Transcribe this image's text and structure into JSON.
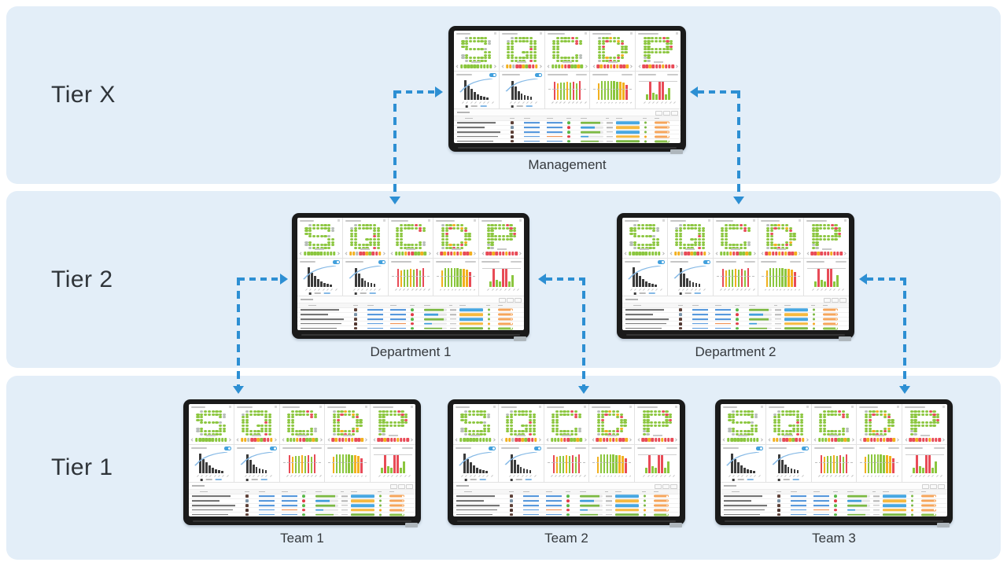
{
  "palette": {
    "band": "#e3eef8",
    "arrow": "#2d8fd3",
    "bezel": "#1a1a1a",
    "green": "#8bc63e",
    "red": "#e84b57",
    "yellow": "#f2b01e",
    "gray": "#b7bdb9",
    "blue": "#42a0dd",
    "darkbar": "#3b3b3b",
    "line_blue": "#85b9e6",
    "date_blue": "#4a90d9",
    "date_orange": "#f0823c",
    "ok": "#57b847",
    "fail": "#e23b46",
    "track": "#e6e6e6",
    "btn_blue": "#47a7e2",
    "btn_yellow": "#f6b93f",
    "btn_green": "#7cb943",
    "dot_green": "#7cb943",
    "dot_orange": "#f5a623",
    "pill_orange": "#f5a55b",
    "pill_green": "#8bc34a"
  },
  "tiers": [
    {
      "label": "Tier X"
    },
    {
      "label": "Tier 2"
    },
    {
      "label": "Tier 1"
    }
  ],
  "nodes": [
    {
      "label": "Management"
    },
    {
      "label": "Department 1"
    },
    {
      "label": "Department 2"
    },
    {
      "label": "Team 1"
    },
    {
      "label": "Team 2"
    },
    {
      "label": "Team 3"
    }
  ],
  "connections": [
    {
      "between": [
        "Department 1",
        "Management"
      ]
    },
    {
      "between": [
        "Department 2",
        "Management"
      ]
    },
    {
      "between": [
        "Team 1",
        "Department 1"
      ]
    },
    {
      "between": [
        "Team 2",
        "Department 1"
      ]
    },
    {
      "between": [
        "Team 3",
        "Department 2"
      ]
    }
  ],
  "dashboard": {
    "board_letters": [
      "S",
      "Q",
      "C",
      "D",
      "P"
    ],
    "letters": [
      {
        "char": "S",
        "defects": [
          [
            0,
            1,
            "gray"
          ],
          [
            1,
            7,
            "gray"
          ],
          [
            2,
            7,
            "gray"
          ],
          [
            4,
            6,
            "gray"
          ],
          [
            6,
            0,
            "gray"
          ],
          [
            7,
            0,
            "gray"
          ],
          [
            8,
            1,
            "gray"
          ]
        ],
        "strip": [
          "green",
          "green",
          "green",
          "green",
          "green",
          "green",
          "green",
          "green",
          "green",
          "green"
        ]
      },
      {
        "char": "Q",
        "defects": [
          [
            0,
            1,
            "gray"
          ],
          [
            1,
            0,
            "gray"
          ],
          [
            4,
            6,
            "red"
          ],
          [
            8,
            6,
            "red"
          ]
        ],
        "strip": [
          "yellow",
          "yellow",
          "gray",
          "red",
          "red",
          "yellow",
          "green",
          "red",
          "red",
          "yellow"
        ]
      },
      {
        "char": "C",
        "defects": [
          [
            0,
            5,
            "red"
          ],
          [
            1,
            6,
            "red"
          ],
          [
            2,
            6,
            "red"
          ],
          [
            6,
            7,
            "gray"
          ],
          [
            7,
            7,
            "gray"
          ]
        ],
        "strip": [
          "green",
          "green",
          "green",
          "yellow",
          "red",
          "red",
          "green",
          "green",
          "yellow",
          "green"
        ]
      },
      {
        "char": "D",
        "defects": [
          [
            0,
            0,
            "gray"
          ],
          [
            8,
            0,
            "gray"
          ],
          [
            0,
            3,
            "yellow"
          ],
          [
            1,
            5,
            "yellow"
          ],
          [
            7,
            2,
            "yellow"
          ],
          [
            6,
            6,
            "yellow"
          ],
          [
            1,
            2,
            "red"
          ],
          [
            2,
            6,
            "red"
          ],
          [
            7,
            5,
            "red"
          ],
          [
            8,
            3,
            "red"
          ],
          [
            3,
            1,
            "red"
          ]
        ],
        "strip": [
          "red",
          "yellow",
          "red",
          "red",
          "yellow",
          "red",
          "yellow",
          "red",
          "red",
          "yellow"
        ]
      },
      {
        "char": "P",
        "defects": [
          [
            0,
            5,
            "red"
          ],
          [
            1,
            6,
            "red"
          ],
          [
            3,
            7,
            "red"
          ],
          [
            7,
            0,
            "gray"
          ],
          [
            8,
            1,
            "gray"
          ]
        ],
        "strip": [
          "red",
          "red",
          "yellow",
          "red",
          "red",
          "red",
          "yellow",
          "red",
          "red",
          "red"
        ]
      }
    ],
    "charts": [
      {
        "kind": "pareto",
        "bars": [
          92,
          68,
          52,
          36,
          26,
          20,
          16,
          12
        ],
        "cumline": [
          36,
          58,
          72,
          82,
          89,
          94,
          97,
          100
        ]
      },
      {
        "kind": "pareto",
        "bars": [
          88,
          62,
          40,
          28,
          22,
          18,
          14
        ],
        "cumline": [
          40,
          63,
          78,
          87,
          93,
          97,
          100
        ]
      },
      {
        "kind": "bars",
        "refline": "dashed",
        "values": [
          86,
          76,
          80,
          82,
          86,
          80,
          86,
          78,
          88
        ],
        "colors": [
          "red",
          "yellow",
          "green",
          "green",
          "yellow",
          "green",
          "red",
          "green",
          "red"
        ]
      },
      {
        "kind": "bars",
        "refline": "dashed",
        "values": [
          78,
          88,
          90,
          88,
          90,
          88,
          86,
          84,
          80,
          70
        ],
        "colors": [
          "yellow",
          "green",
          "green",
          "green",
          "green",
          "green",
          "green",
          "yellow",
          "yellow",
          "red"
        ]
      },
      {
        "kind": "bars",
        "refline": "solid",
        "values": [
          25,
          90,
          35,
          25,
          90,
          90,
          25,
          55
        ],
        "colors": [
          "green",
          "red",
          "green",
          "green",
          "red",
          "red",
          "green",
          "green"
        ]
      }
    ],
    "table": {
      "rows": [
        {
          "desc_w": 17,
          "avatar": "#5d4037",
          "due": "blue",
          "status": "ok",
          "bar_color": "green",
          "bar_value": 85,
          "button": "blue",
          "dot": "green",
          "pill": "orange"
        },
        {
          "desc_w": 12,
          "avatar": "#7a93a8",
          "due": "blue",
          "status": "fail",
          "bar_color": "blue",
          "bar_value": 60,
          "button": "yellow",
          "dot": "green",
          "pill": "orange"
        },
        {
          "desc_w": 19,
          "avatar": "#5d4037",
          "due": "blue",
          "status": "ok",
          "bar_color": "green",
          "bar_value": 85,
          "button": "blue",
          "dot": "green",
          "pill": "orange"
        },
        {
          "desc_w": 18,
          "avatar": "#4e342e",
          "due": "orange",
          "status": "fail",
          "bar_color": "blue",
          "bar_value": 35,
          "button": "yellow",
          "dot": "orange",
          "pill": "orange"
        },
        {
          "desc_w": 16,
          "avatar": "#5d4037",
          "due": "blue",
          "status": "ok",
          "bar_color": "green",
          "bar_value": 80,
          "button": "green",
          "dot": "green",
          "pill": "green"
        },
        {
          "desc_w": 17,
          "avatar": "#3e2723",
          "due": "blue",
          "status": "ok",
          "bar_color": "green",
          "bar_value": 85,
          "button": "blue",
          "dot": "green",
          "pill": "orange"
        }
      ]
    }
  }
}
